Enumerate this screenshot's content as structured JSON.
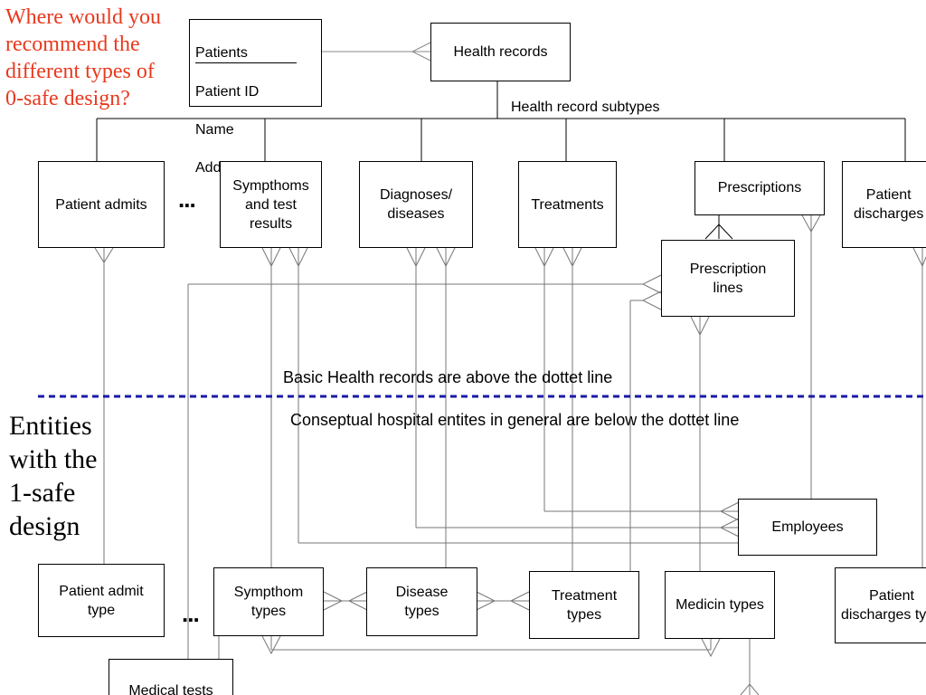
{
  "question": "Where would you\nrecommend the\ndifferent types of\n0-safe design?",
  "entities_note": "Entities\nwith the\n1-safe\ndesign",
  "patients_entity": {
    "title": "Patients",
    "attributes": [
      "Patient ID",
      "Name",
      "Address"
    ]
  },
  "health_records": "Health records",
  "subtypes_label": "Health record subtypes",
  "ellipsis": "...",
  "upper_entities": {
    "patient_admits": "Patient admits",
    "symptoms_results": "Sympthoms\nand test\nresults",
    "diagnoses": "Diagnoses/\ndiseases",
    "treatments": "Treatments",
    "prescriptions": "Prescriptions",
    "patient_discharges": "Patient\ndischarges",
    "prescription_lines": "Prescription\nlines"
  },
  "divider_text_above": "Basic Health records are above the dottet line",
  "divider_text_below": "Conseptual hospital entites in general are below the dottet line",
  "divider_color": "#1a1aa8",
  "question_color": "#e8391e",
  "lower_entities": {
    "employees": "Employees",
    "patient_admit_type": "Patient admit\ntype",
    "symptom_types": "Sympthom\ntypes",
    "disease_types": "Disease\ntypes",
    "treatment_types": "Treatment\ntypes",
    "medicin_types": "Medicin types",
    "patient_discharges_type": "Patient\ndischarges type",
    "medical_tests": "Medical tests"
  }
}
